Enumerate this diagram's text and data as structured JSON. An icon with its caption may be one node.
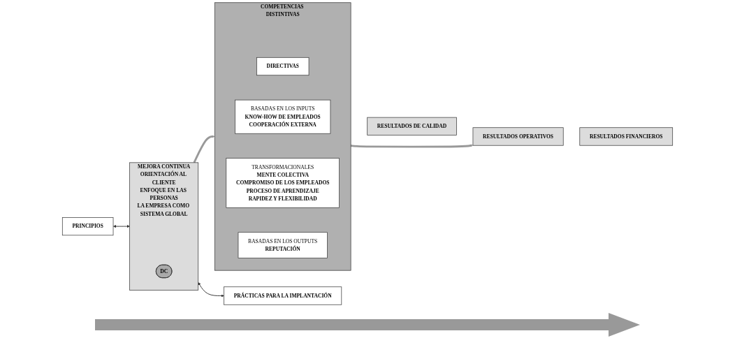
{
  "diagram": {
    "nodes": [
      {
        "text": [
          "PRINCIPIOS"
        ]
      },
      {
        "text": [
          "MEJORA CONTINUA",
          "ORIENTACIÓN AL CLIENTE",
          "ENFOQUE EN LAS PERSONAS",
          "LA EMPRESA COMO SISTEMA GLOBAL"
        ]
      },
      {
        "text": [
          "DC"
        ],
        "in": 1
      },
      {
        "text": [
          "PRÁCTICAS PARA LA IMPLANTACIÓN"
        ]
      },
      {
        "text": [
          "COMPETENCIAS DISTINTIVAS"
        ]
      },
      {
        "text": [
          "DIRECTIVAS"
        ],
        "in": 4
      },
      {
        "text": [
          "BASADAS EN LOS INPUTS",
          "KNOW-HOW DE EMPLEADOS",
          "COOPERACIÓN EXTERNA"
        ],
        "in": 4
      },
      {
        "text": [
          "TRANSFORMACIONALES",
          "MENTE COLECTIVA",
          "COMPROMISO DE LOS EMPLEADOS",
          "PROCESO DE APRENDIZAJE",
          "RAPIDEZ Y FLEXIBILIDAD"
        ],
        "in": 4
      },
      {
        "text": [
          "BASADAS EN LOS OUTPUTS",
          "REPUTACIÓN"
        ],
        "in": 4
      },
      {
        "text": [
          "RESULTADOS DE CALIDAD"
        ]
      },
      {
        "text": [
          "RESULTADOS OPERATIVOS"
        ]
      },
      {
        "text": [
          "RESULTADOS FINANCIEROS"
        ]
      }
    ],
    "edges": [
      {
        "from": 0,
        "to": 1,
        "arrow": "both"
      },
      {
        "from": 1,
        "to": 3,
        "arrow": "both"
      },
      {
        "from": 1,
        "to": 4,
        "arrow": "to",
        "style": "thick",
        "color": "#999999"
      },
      {
        "from": 4,
        "to": 10,
        "arrow": "to",
        "style": "thick",
        "color": "#999999"
      }
    ]
  }
}
